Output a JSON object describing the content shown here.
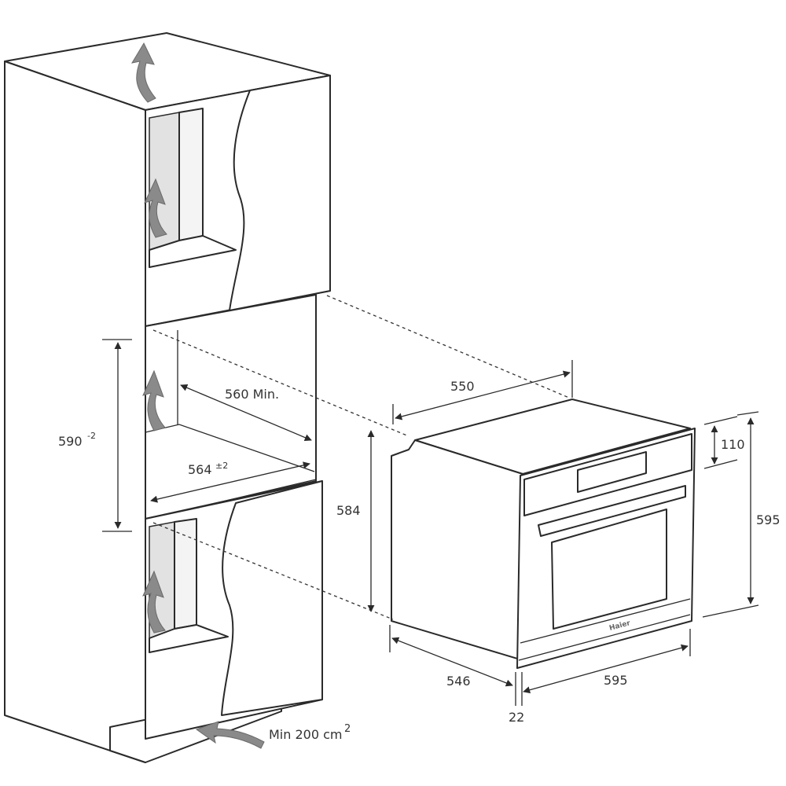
{
  "dimensions": {
    "oven_depth": "550",
    "niche_depth_min": "560 Min.",
    "niche_height": "590",
    "niche_height_tolerance": "-2",
    "niche_width": "564",
    "niche_width_tolerance": "±2",
    "oven_body_height": "584",
    "control_panel_height": "110",
    "oven_front_height": "595",
    "oven_body_depth": "546",
    "oven_front_width": "595",
    "door_thickness": "22",
    "ventilation": "Min 200 cm",
    "ventilation_exponent": "2"
  },
  "brand": "Haier",
  "colors": {
    "line": "#2a2a2a",
    "arrow": "#8a8a8a",
    "shade": "#e2e2e2"
  }
}
